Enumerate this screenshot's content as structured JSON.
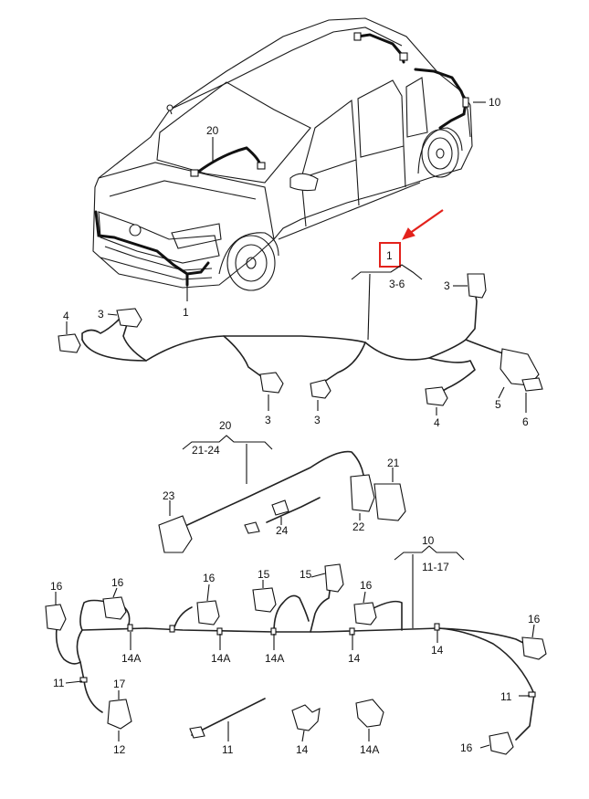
{
  "callouts": {
    "car_1": "1",
    "car_10": "10",
    "car_20": "20",
    "g1_title": "1",
    "g1_range": "3-6",
    "g1_3a": "3",
    "g1_4a": "4",
    "g1_3b": "3",
    "g1_3c": "3",
    "g1_3d": "3",
    "g1_4b": "4",
    "g1_5": "5",
    "g1_6": "6",
    "g2_title": "20",
    "g2_range": "21-24",
    "g2_23": "23",
    "g2_21": "21",
    "g2_22": "22",
    "g2_24": "24",
    "g3_title": "10",
    "g3_range": "11-17",
    "g3_16a": "16",
    "g3_16b": "16",
    "g3_16c": "16",
    "g3_15a": "15",
    "g3_15b": "15",
    "g3_16d": "16",
    "g3_16e": "16",
    "g3_16f": "16",
    "g3_14Aa": "14A",
    "g3_14Ab": "14A",
    "g3_14Ac": "14A",
    "g3_14a": "14",
    "g3_14b": "14",
    "g3_11a": "11",
    "g3_17": "17",
    "g3_12": "12",
    "g3_11b": "11",
    "g3_14c": "14",
    "g3_14Ad": "14A",
    "g3_11c": "11"
  },
  "colors": {
    "highlight": "#e3221c",
    "line": "#111111",
    "background": "#ffffff"
  }
}
